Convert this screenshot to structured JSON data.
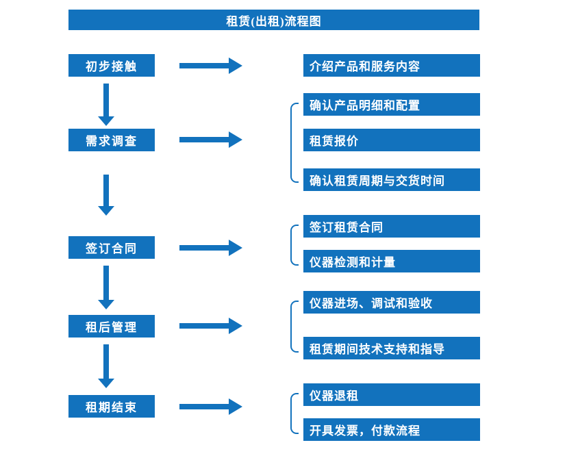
{
  "title": "租赁(出租)流程图",
  "colors": {
    "primary": "#1272bd",
    "box_text": "#ffffff",
    "background": "#ffffff"
  },
  "stages": [
    {
      "label": "初步接触",
      "outputs": [
        "介绍产品和服务内容"
      ]
    },
    {
      "label": "需求调查",
      "outputs": [
        "确认产品明细和配置",
        "租赁报价",
        "确认租赁周期与交货时间"
      ]
    },
    {
      "label": "签订合同",
      "outputs": [
        "签订租赁合同",
        "仪器检测和计量"
      ]
    },
    {
      "label": "租后管理",
      "outputs": [
        "仪器进场、调试和验收",
        "租赁期间技术支持和指导"
      ]
    },
    {
      "label": "租期结束",
      "outputs": [
        "仪器退租",
        "开具发票，付款流程"
      ]
    }
  ]
}
